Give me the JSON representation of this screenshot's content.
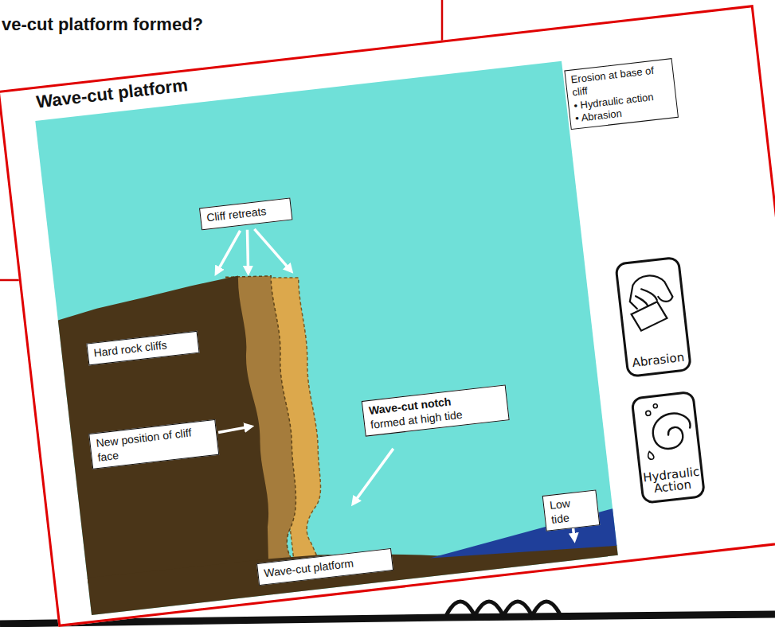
{
  "diagram": {
    "title": "Wave-cut platform",
    "nodes": [
      {
        "text": [
          "Erosion at base of cliff",
          "• Hydraulic action",
          "• Abrasion"
        ]
      },
      {
        "text": [
          "Cliff retreats"
        ]
      },
      {
        "text": [
          "Hard rock cliffs"
        ]
      },
      {
        "text": [
          "New position of cliff face"
        ]
      },
      {
        "text": [
          "Wave-cut notch",
          "formed at high tide"
        ]
      },
      {
        "text": [
          "Low tide"
        ]
      },
      {
        "text": [
          "Wave-cut platform"
        ]
      },
      {
        "text": [
          "Abrasion"
        ]
      },
      {
        "text": [
          "Hydraulic Action"
        ]
      }
    ],
    "labels": [
      "ve-cut platform formed?"
    ]
  }
}
